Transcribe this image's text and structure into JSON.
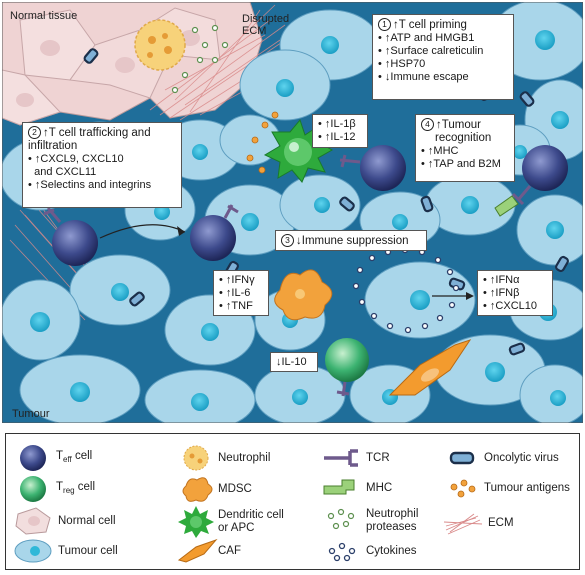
{
  "scene": {
    "labels": {
      "normal_tissue": "Normal tissue",
      "disrupted_ecm_1": "Disrupted",
      "disrupted_ecm_2": "ECM",
      "tumour": "Tumour"
    },
    "box1": {
      "number": "1",
      "title": "↑T cell priming",
      "lines": [
        "• ↑ATP and HMGB1",
        "• ↑Surface calreticulin",
        "• ↑HSP70",
        "• ↓Immune escape"
      ]
    },
    "box2": {
      "number": "2",
      "title_1": "↑T cell trafficking and",
      "title_2": "infiltration",
      "lines": [
        "• ↑CXCL9, CXCL10",
        "  and CXCL11",
        "• ↑Selectins and integrins"
      ]
    },
    "box3": {
      "number": "3",
      "title": "↓Immune suppression"
    },
    "box4": {
      "number": "4",
      "title_1": "↑Tumour",
      "title_2": "recognition",
      "lines": [
        "• ↑MHC",
        "• ↑TAP and B2M"
      ]
    },
    "box_il": {
      "lines": [
        "• ↑IL-1β",
        "• ↑IL-12"
      ]
    },
    "box_ifng": {
      "lines": [
        "• ↑IFNγ",
        "• ↑IL-6",
        "• ↑TNF"
      ]
    },
    "box_ifna": {
      "lines": [
        "• ↑IFNα",
        "• ↑IFNβ",
        "• ↑CXCL10"
      ]
    },
    "box_il10": {
      "text": "↓IL-10"
    }
  },
  "legend": {
    "teff_cell": {
      "main": "T",
      "sub": "eff",
      "rest": " cell"
    },
    "treg_cell": {
      "main": "T",
      "sub": "reg",
      "rest": " cell"
    },
    "normal_cell": "Normal cell",
    "tumour_cell": "Tumour cell",
    "neutrophil": "Neutrophil",
    "mdsc": "MDSC",
    "dendritic_cell_1": "Dendritic cell",
    "dendritic_cell_2": "or APC",
    "caf": "CAF",
    "tcr": "TCR",
    "mhc": "MHC",
    "neutrophil_proteases_1": "Neutrophil",
    "neutrophil_proteases_2": "proteases",
    "cytokines": "Cytokines",
    "oncolytic_virus": "Oncolytic virus",
    "tumour_antigens": "Tumour antigens",
    "ecm": "ECM"
  },
  "colors": {
    "background": "#1f6e9a",
    "tumour_cell": "#a9d6ea",
    "tumour_nucleus": "#2fb8d8",
    "normal_cell": "#f2dede",
    "normal_nucleus": "#e6c6c8",
    "teff": "#3d4a8c",
    "treg": "#3cb371",
    "dendritic": "#2eaa3c",
    "mdsc": "#f2a23c",
    "neutrophil": "#f7d27a",
    "caf": "#f39b2e",
    "tcr": "#6e5a8c",
    "virus": "#1b2f4a",
    "ecm": "#d98a8a"
  },
  "icons": [
    "teff-cell-icon",
    "treg-cell-icon",
    "normal-cell-icon",
    "tumour-cell-icon",
    "neutrophil-icon",
    "mdsc-icon",
    "dendritic-cell-icon",
    "caf-icon",
    "tcr-icon",
    "mhc-icon",
    "neutrophil-proteases-icon",
    "cytokines-icon",
    "oncolytic-virus-icon",
    "tumour-antigens-icon",
    "ecm-icon"
  ]
}
